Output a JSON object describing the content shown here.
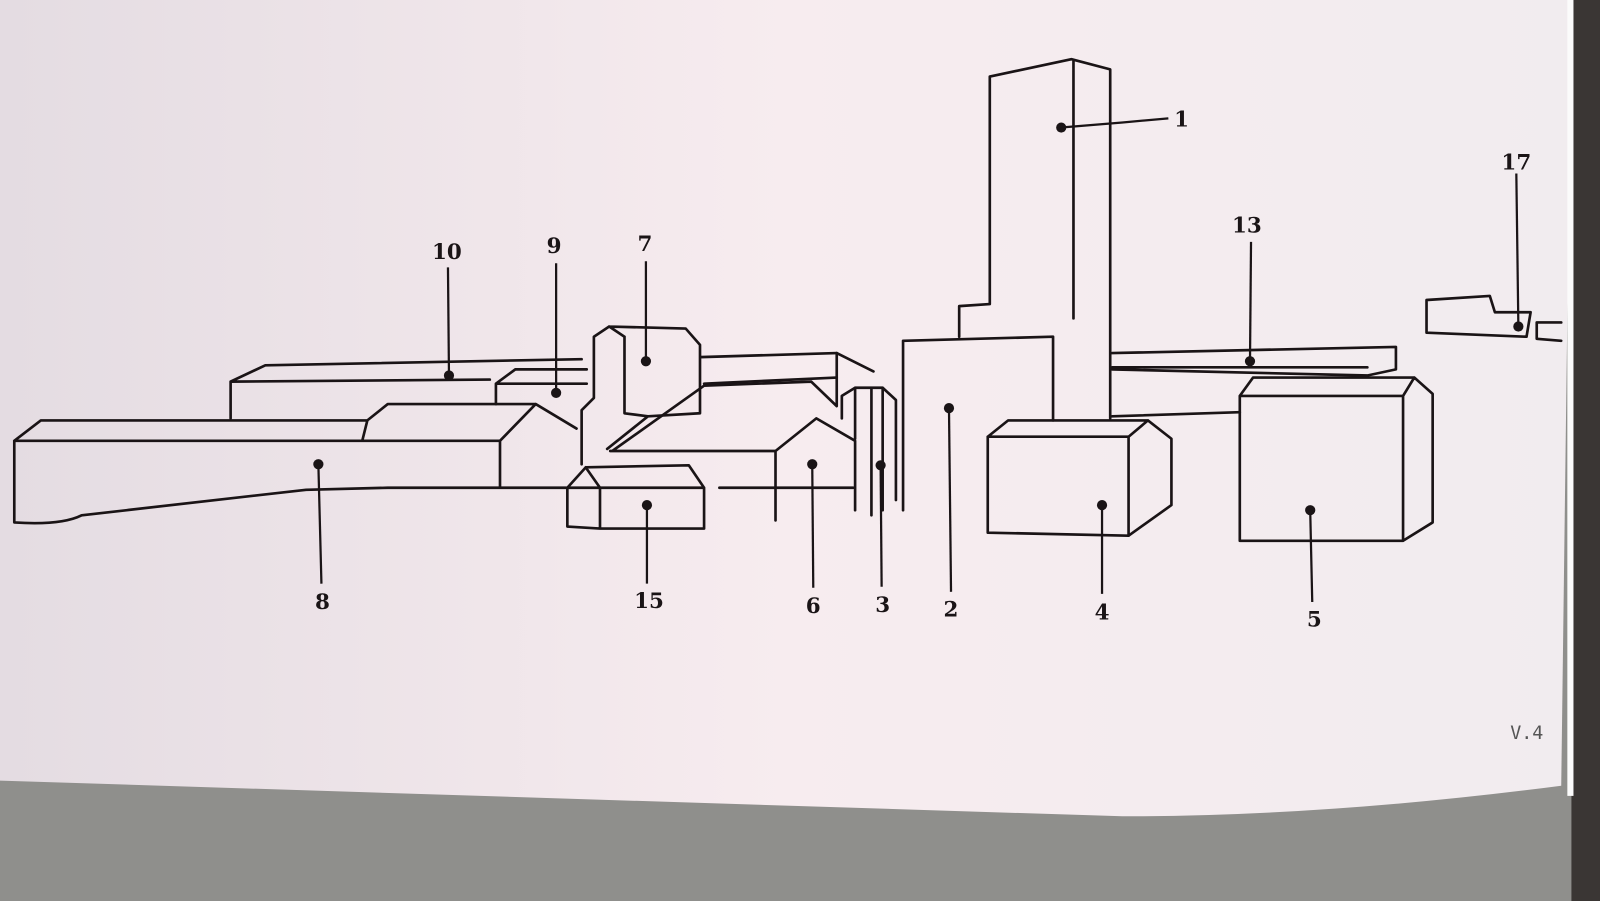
{
  "diagram": {
    "labels": {
      "l1": "1",
      "l2": "2",
      "l3": "3",
      "l4": "4",
      "l5": "5",
      "l6": "6",
      "l7": "7",
      "l8": "8",
      "l9": "9",
      "l10": "10",
      "l13": "13",
      "l15": "15",
      "l17": "17"
    },
    "page_number": "V.4"
  },
  "colors": {
    "paper": "#f4e9ee",
    "ink": "#1a1416",
    "table": "#8f8f8c"
  }
}
